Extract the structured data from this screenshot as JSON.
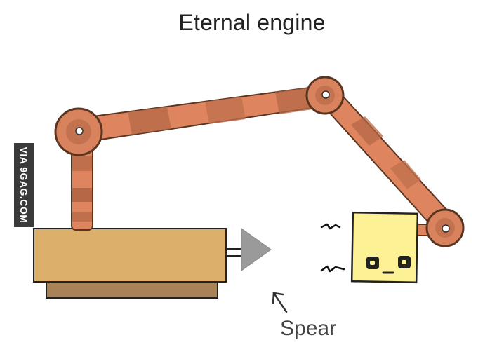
{
  "title": "Eternal engine",
  "watermark": "VIA 9GAG.COM",
  "spear_label": "Spear",
  "colors": {
    "arm_light": "#de8560",
    "arm_dark": "#b66846",
    "arm_outline": "#5a3522",
    "box_top": "#dcb06b",
    "box_side": "#a88358",
    "spear_head": "#9a9a9a",
    "creature_fill": "#fdf196",
    "watermark_bg": "#3a3a3a"
  },
  "icons": [
    "spear-arrowhead",
    "pointer-arrow",
    "motion-lines",
    "face-eyes"
  ]
}
